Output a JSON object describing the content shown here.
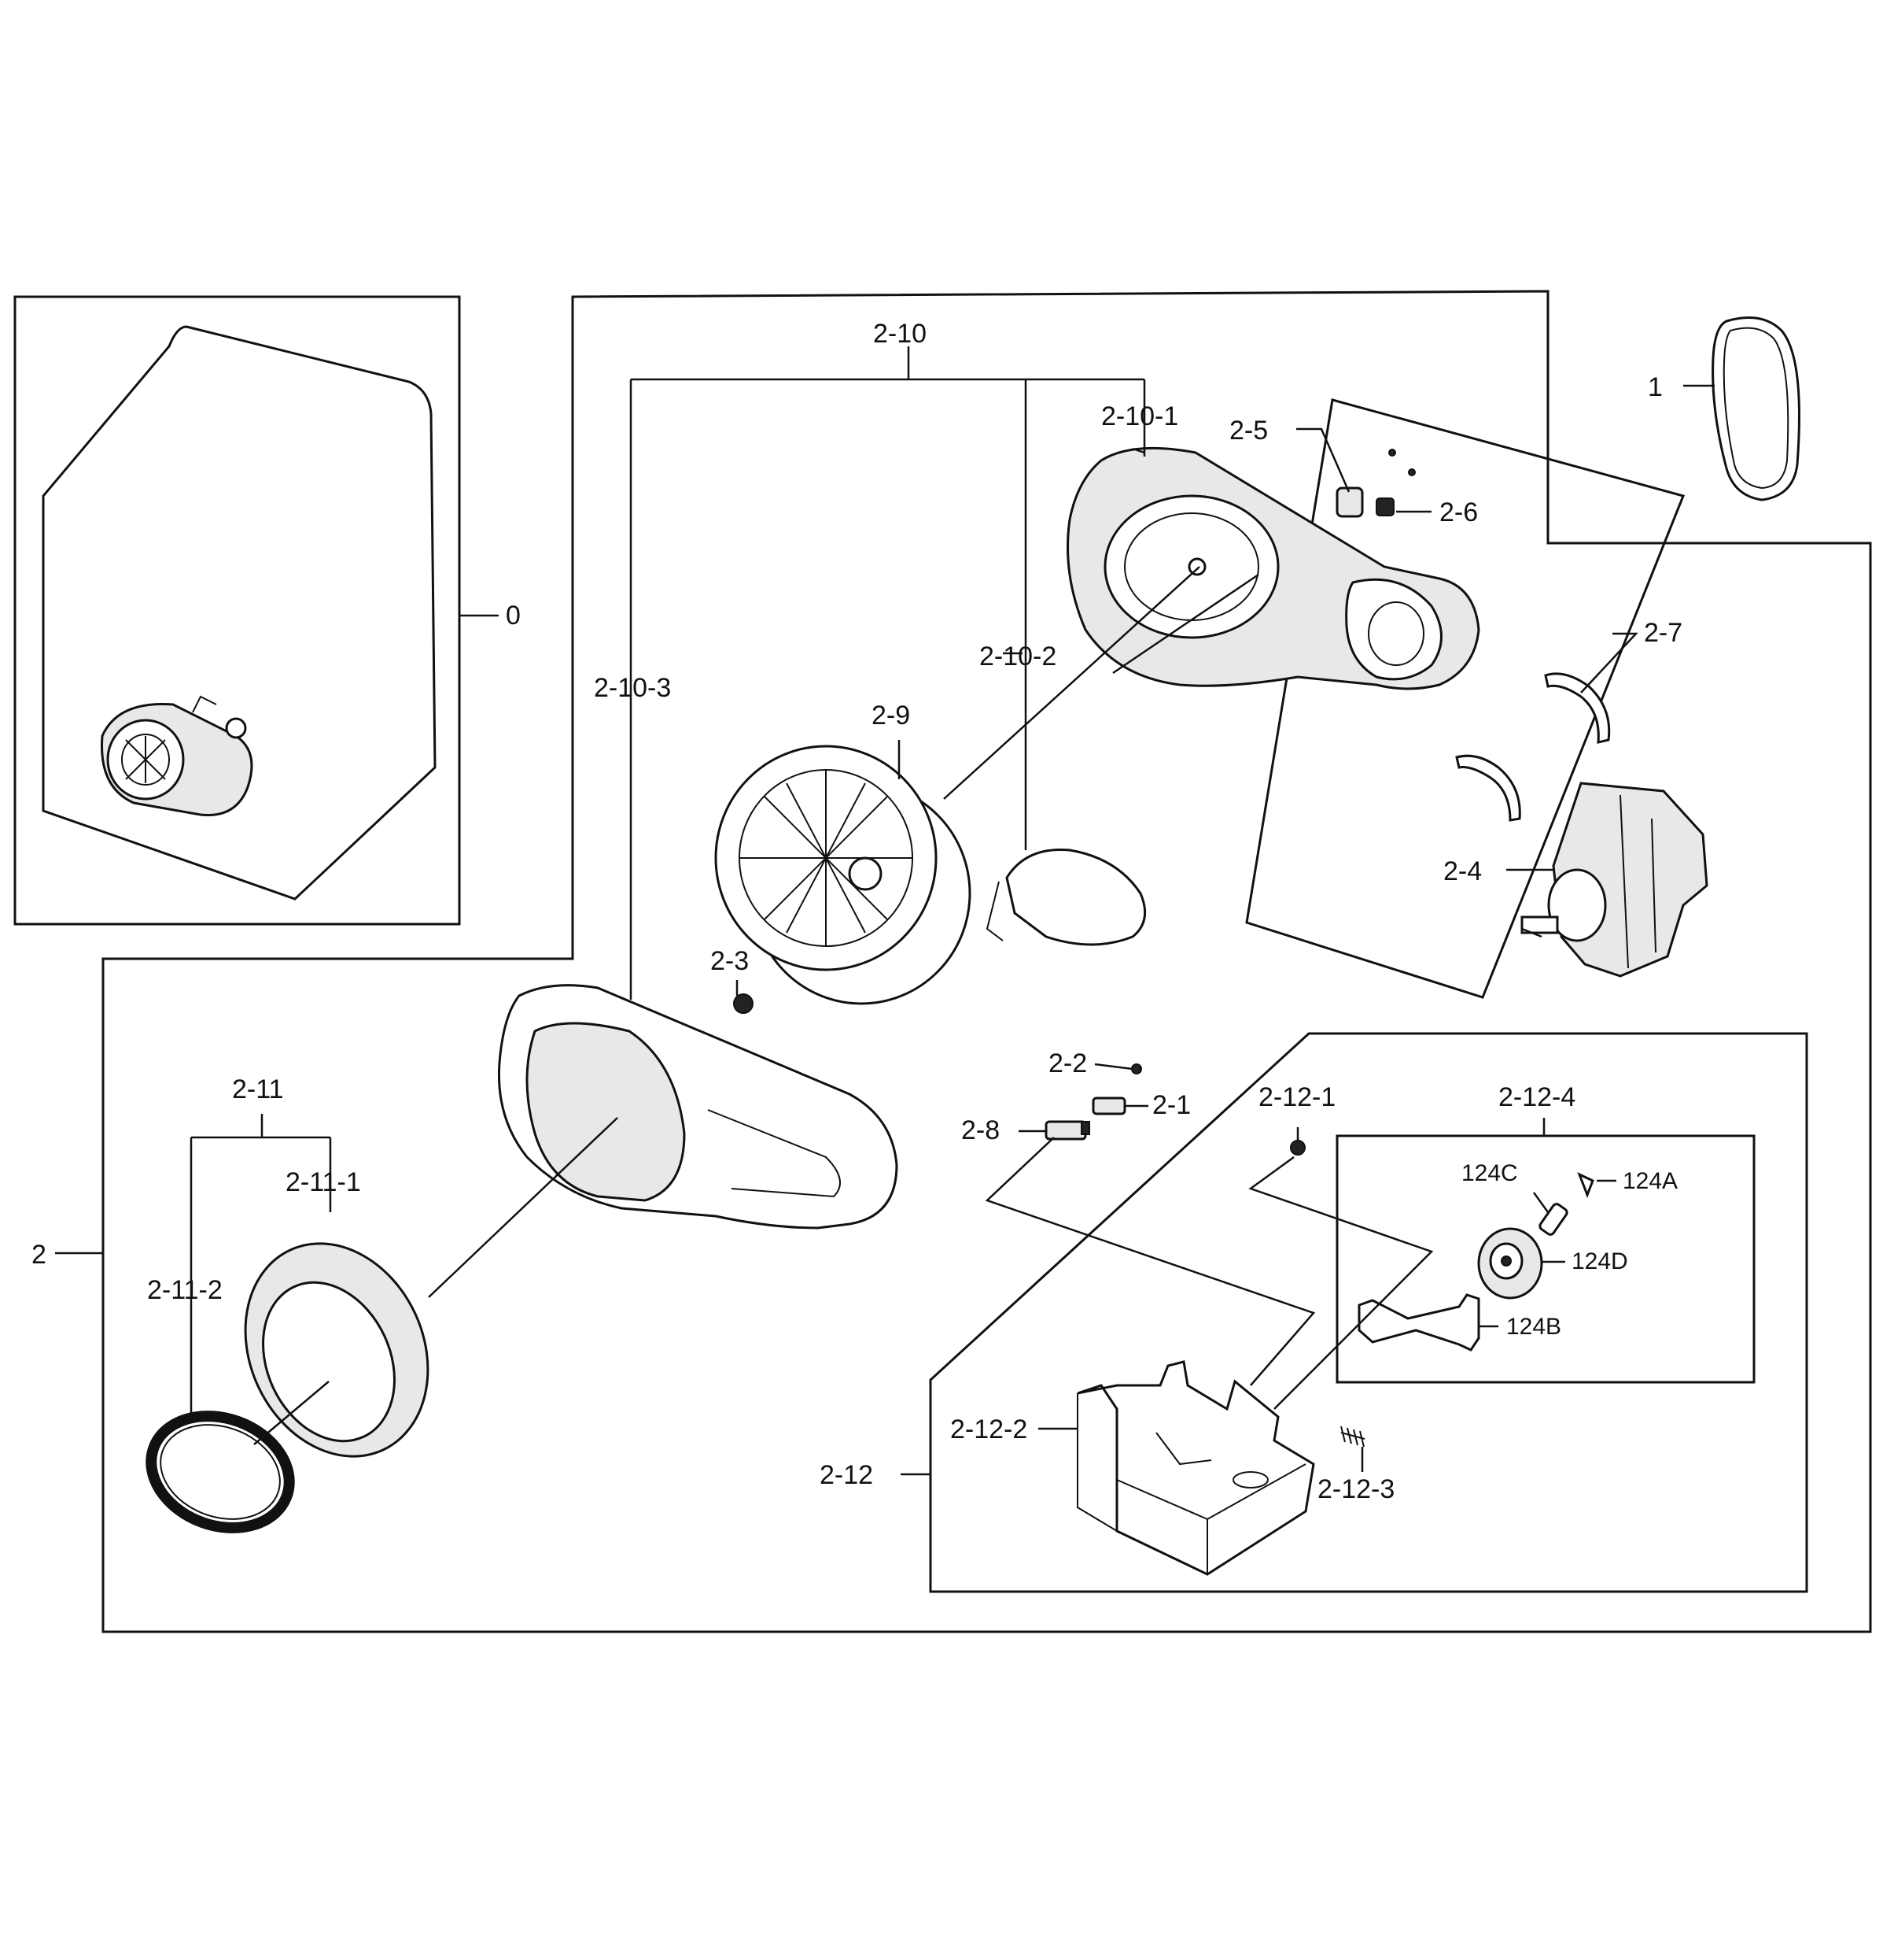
{
  "labels": {
    "p0": "0",
    "p1": "1",
    "p2": "2",
    "p2_1": "2-1",
    "p2_2": "2-2",
    "p2_3": "2-3",
    "p2_4": "2-4",
    "p2_5": "2-5",
    "p2_6": "2-6",
    "p2_7": "2-7",
    "p2_8": "2-8",
    "p2_9": "2-9",
    "p2_10": "2-10",
    "p2_10_1": "2-10-1",
    "p2_10_2": "2-10-2",
    "p2_10_3": "2-10-3",
    "p2_11": "2-11",
    "p2_11_1": "2-11-1",
    "p2_11_2": "2-11-2",
    "p2_12": "2-12",
    "p2_12_1": "2-12-1",
    "p2_12_2": "2-12-2",
    "p2_12_3": "2-12-3",
    "p2_12_4": "2-12-4",
    "p124A": "124A",
    "p124B": "124B",
    "p124C": "124C",
    "p124D": "124D"
  }
}
